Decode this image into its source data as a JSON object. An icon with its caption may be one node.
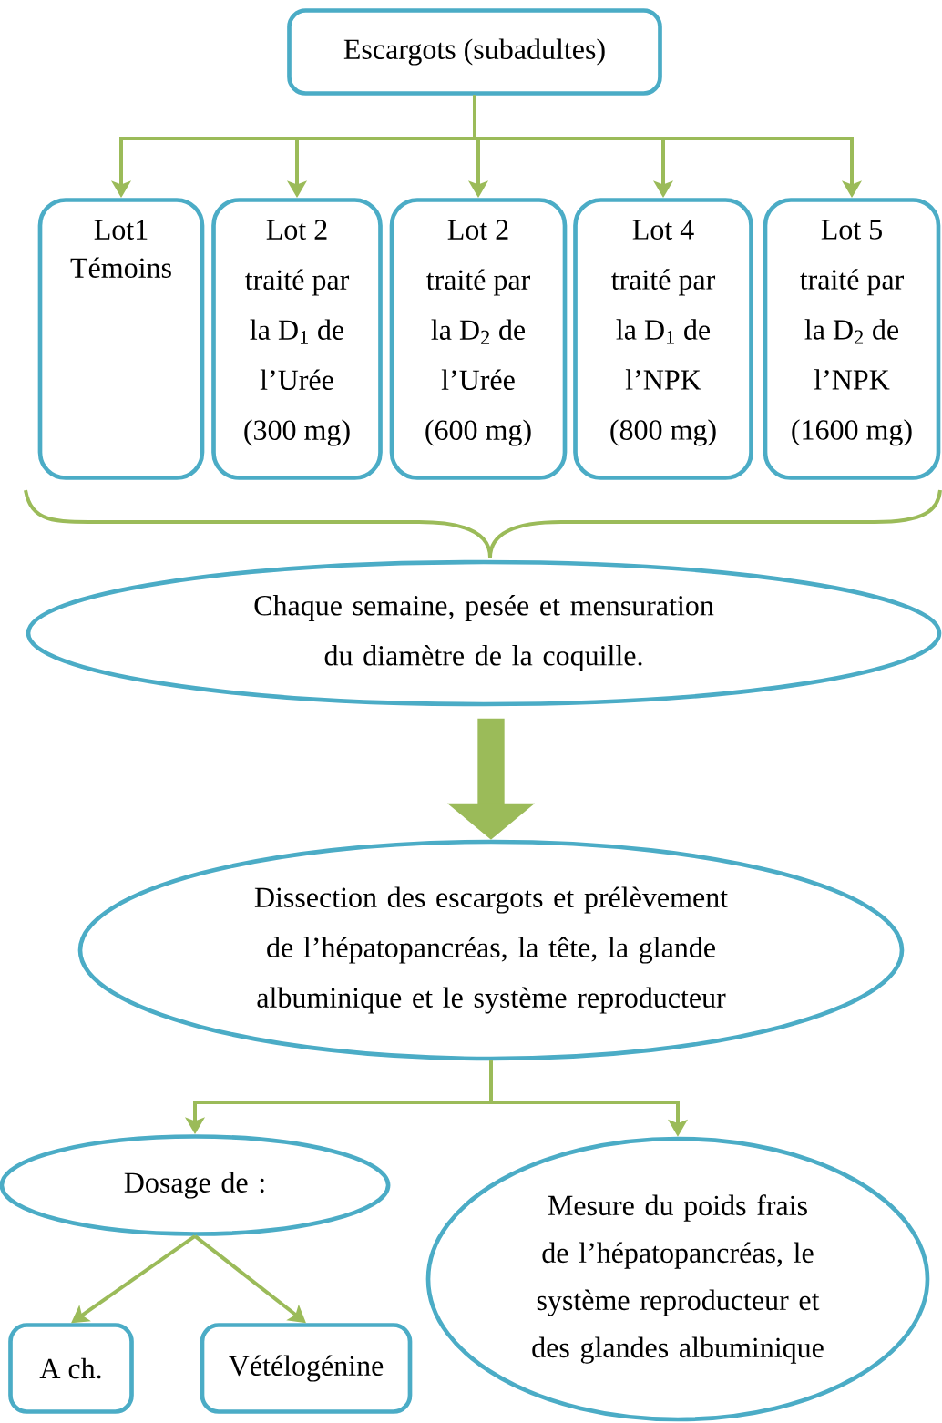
{
  "diagram": {
    "nodes": [
      {
        "text": [
          "Escargots (subadultes)"
        ]
      },
      {
        "text": [
          "Lot1 Témoins"
        ]
      },
      {
        "text": [
          "Lot 2 traité par la D$_{1}$ de l’Urée (300 mg)"
        ]
      },
      {
        "text": [
          "Lot 2 traité par la D$_{2}$ de l’Urée (600 mg)"
        ]
      },
      {
        "text": [
          "Lot 4 traité par la D$_{1}$ de l’NPK (800 mg)"
        ]
      },
      {
        "text": [
          "Lot 5 traité par la D$_{2}$ de l’NPK (1600 mg)"
        ]
      },
      {
        "text": [
          "Chaque semaine, pesée et mensuration du diamètre de la coquille."
        ]
      },
      {
        "text": [
          "Dissection des escargots et prélèvement de l’hépatopancréas, la tête, la glande albuminique et le système reproducteur"
        ]
      },
      {
        "text": [
          "Dosage de :"
        ]
      },
      {
        "text": [
          "Mesure du poids frais de l’hépatopancréas, le système reproducteur et des glandes albuminique"
        ]
      },
      {
        "text": [
          "A ch."
        ]
      },
      {
        "text": [
          "Vétélogénine"
        ]
      }
    ],
    "edges": [
      {
        "from": 0,
        "to": 1,
        "arrow": "to"
      },
      {
        "from": 0,
        "to": 2,
        "arrow": "to"
      },
      {
        "from": 0,
        "to": 3,
        "arrow": "to"
      },
      {
        "from": 0,
        "to": 4,
        "arrow": "to"
      },
      {
        "from": 0,
        "to": 5,
        "arrow": "to"
      },
      {
        "from": 6,
        "to": 7,
        "arrow": "to",
        "style": "thick"
      },
      {
        "from": 7,
        "to": 8,
        "arrow": "to"
      },
      {
        "from": 7,
        "to": 9,
        "arrow": "to"
      },
      {
        "from": 8,
        "to": 10,
        "arrow": "to"
      },
      {
        "from": 8,
        "to": 11,
        "arrow": "to"
      }
    ]
  }
}
